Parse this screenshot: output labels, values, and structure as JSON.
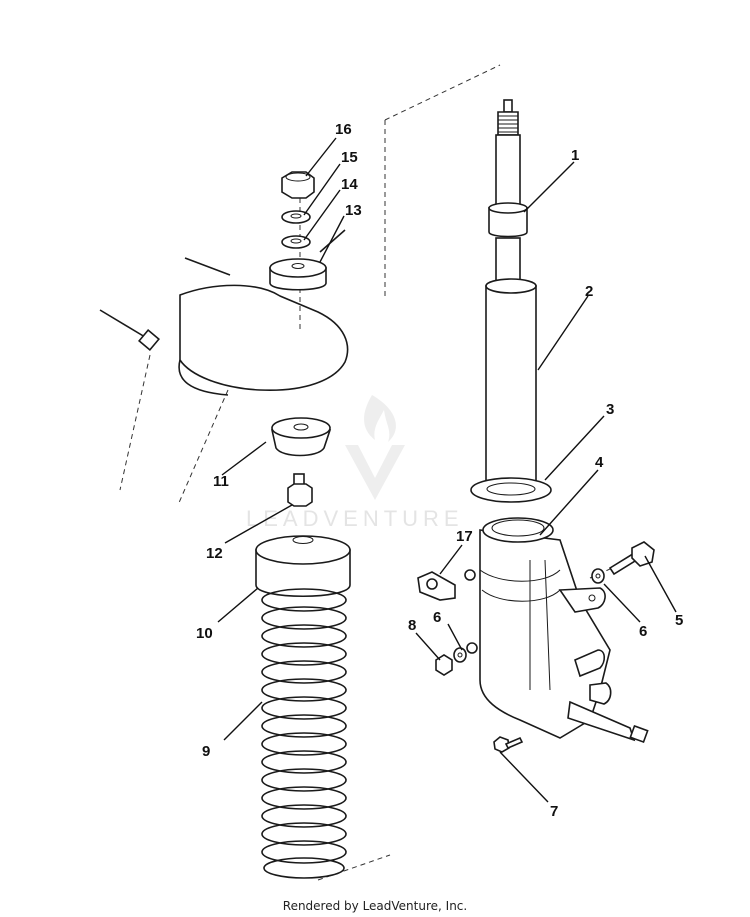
{
  "watermark": {
    "text": "LEADVENTURE"
  },
  "footer": {
    "text": "Rendered by LeadVenture, Inc."
  },
  "callouts": [
    "1",
    "2",
    "3",
    "4",
    "5",
    "6",
    "6",
    "7",
    "8",
    "9",
    "10",
    "11",
    "12",
    "13",
    "14",
    "15",
    "16",
    "17"
  ]
}
